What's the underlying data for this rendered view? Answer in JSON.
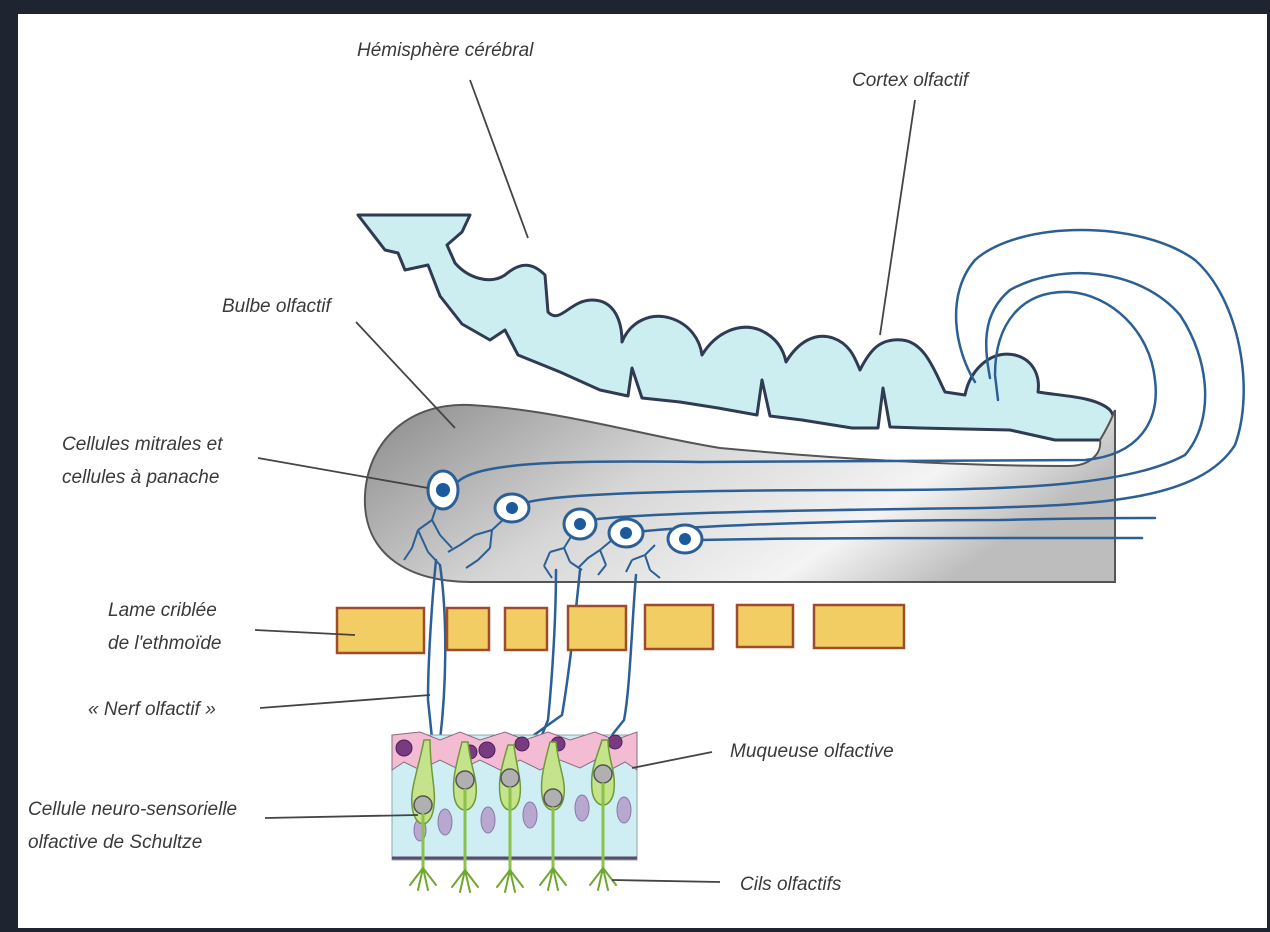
{
  "labels": {
    "hemisphere": "Hémisphère cérébral",
    "cortex": "Cortex olfactif",
    "bulbe": "Bulbe olfactif",
    "mitrales_1": "Cellules mitrales et",
    "mitrales_2": "cellules à panache",
    "lame_1": "Lame criblée",
    "lame_2": "de l'ethmoïde",
    "nerf": "« Nerf olfactif »",
    "muqueuse": "Muqueuse olfactive",
    "cellule_1": "Cellule neuro-sensorielle",
    "cellule_2": "olfactive de Schultze",
    "cils": "Cils olfactifs"
  },
  "colors": {
    "frame": "#1e2530",
    "background": "#ffffff",
    "cortex_fill": "#cdeef1",
    "outline": "#2e3b52",
    "neuron_blue": "#2b5f95",
    "bone_fill": "#f2cd63",
    "bone_stroke": "#9e4d2c",
    "supporting_cell": "#f3bcd3",
    "receptor_green": "#c4e38a",
    "nucleus_purple": "#7a3a80",
    "mucosa_fill": "#cfeef4"
  }
}
